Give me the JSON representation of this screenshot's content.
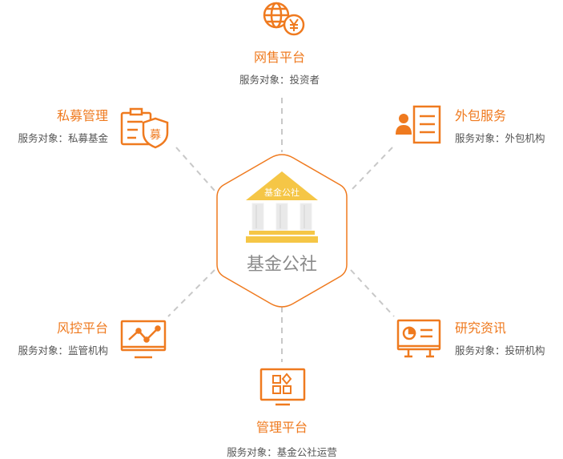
{
  "colors": {
    "accent": "#ef7a1f",
    "connector": "#c8c8c8",
    "building_gold": "#f5c646",
    "hub_text": "#8a8a8a"
  },
  "hub": {
    "label": "基金公社",
    "roof_label": "基金公社",
    "icon": "bank-building-icon"
  },
  "nodes": [
    {
      "id": "top",
      "title": "网售平台",
      "subtitle": "服务对象：投资者",
      "icon": "globe-yen-icon"
    },
    {
      "id": "upper-left",
      "title": "私募管理",
      "subtitle": "服务对象：私募基金",
      "icon": "clipboard-shield-icon"
    },
    {
      "id": "upper-right",
      "title": "外包服务",
      "subtitle": "服务对象：外包机构",
      "icon": "person-document-icon"
    },
    {
      "id": "lower-left",
      "title": "风控平台",
      "subtitle": "服务对象：监管机构",
      "icon": "monitor-line-chart-icon"
    },
    {
      "id": "lower-right",
      "title": "研究资讯",
      "subtitle": "服务对象：投研机构",
      "icon": "pie-chart-board-icon"
    },
    {
      "id": "bottom",
      "title": "管理平台",
      "subtitle": "服务对象：基金公社运营",
      "icon": "monitor-apps-icon"
    }
  ]
}
